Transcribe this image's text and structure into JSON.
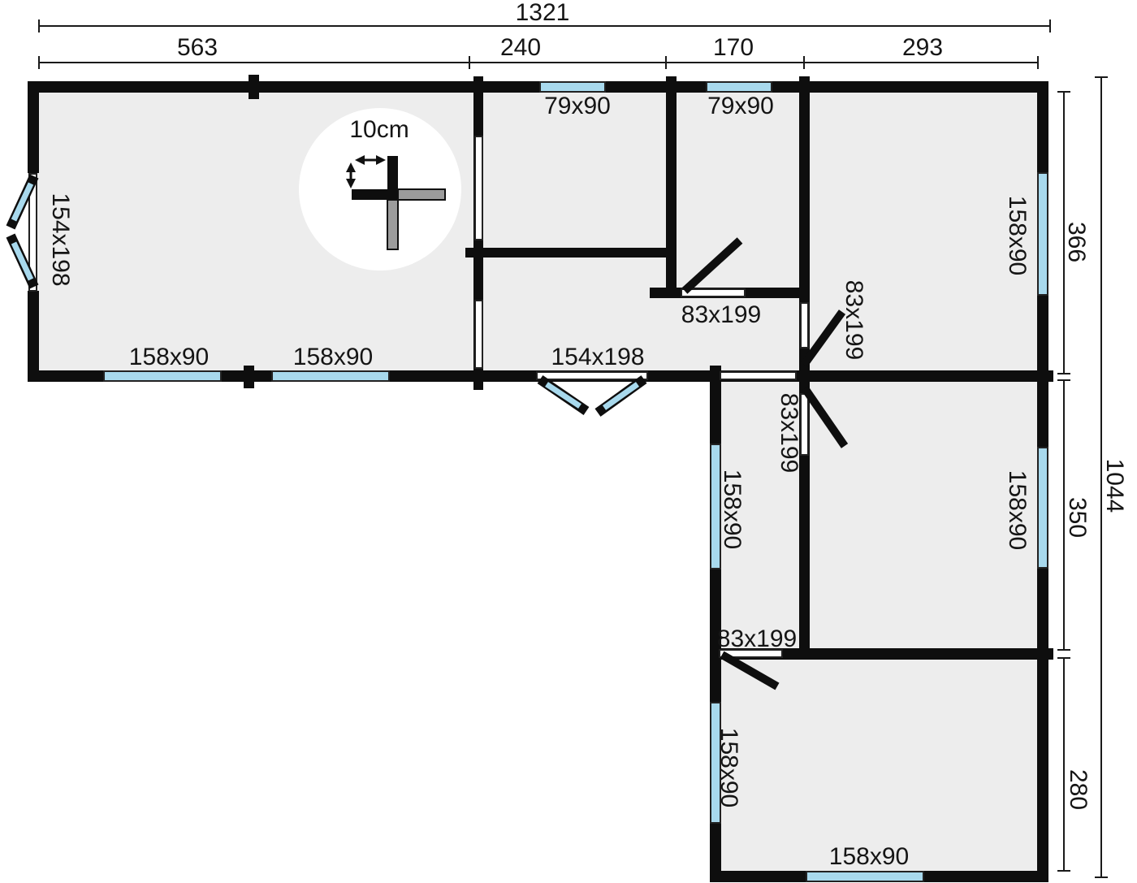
{
  "dims": {
    "total_width": "1321",
    "seg_563": "563",
    "seg_240": "240",
    "seg_170": "170",
    "seg_293": "293",
    "total_height": "1044",
    "seg_366": "366",
    "seg_350": "350",
    "seg_280": "280"
  },
  "detail": {
    "scale_label": "10cm"
  },
  "windows": {
    "top_left_79": "79x90",
    "top_right_79": "79x90",
    "right_top_158": "158x90",
    "right_mid_158": "158x90",
    "bottom_bar_158_a": "158x90",
    "bottom_bar_158_b": "158x90",
    "leg_left_158_a": "158x90",
    "leg_left_158_b": "158x90",
    "bottom_158": "158x90"
  },
  "doors": {
    "left_bay": "154x198",
    "hall_bay": "154x198",
    "bath_door": "83x199",
    "junction_upper": "83x199",
    "junction_lower": "83x199",
    "leg_door": "83x199"
  },
  "colors": {
    "wall": "#0e0e0e",
    "floor": "#ededed",
    "window_glass": "#a8d9ed",
    "detail_gray": "#9c9c9c"
  }
}
